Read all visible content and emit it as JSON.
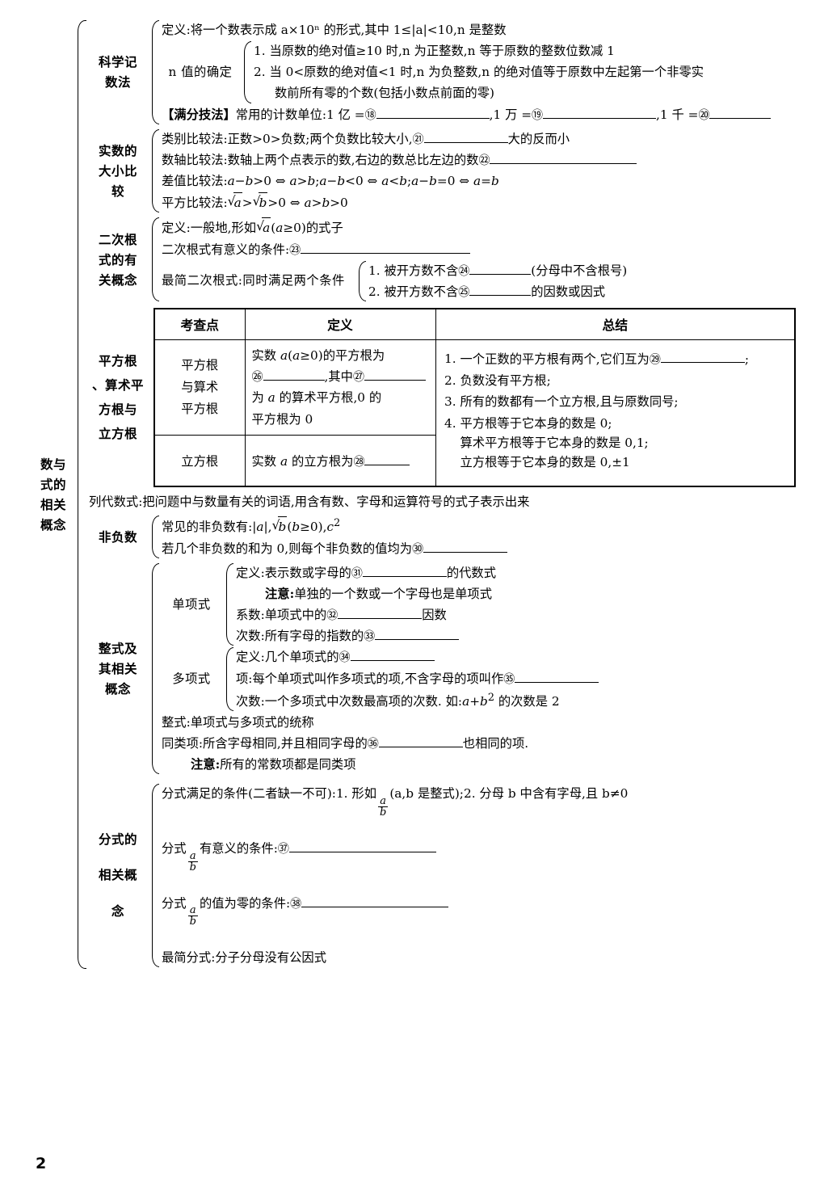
{
  "page": {
    "number": "2",
    "root_label": "数与\n式的\n相关\n概念"
  },
  "sections": {
    "sci_notation": {
      "label": "科学记\n数法",
      "definition": "定义:将一个数表示成 a×10ⁿ 的形式,其中 1≤|a|<10,n 是整数",
      "n_label": "n 值的确定",
      "n_items": [
        "1. 当原数的绝对值≥10 时,n 为正整数,n 等于原数的整数位数减 1",
        "2. 当 0<原数的绝对值<1 时,n 为负整数,n 的绝对值等于原数中左起第一个非零实",
        "数前所有零的个数(包括小数点前面的零)"
      ],
      "tip_tag": "【满分技法】",
      "tip_text": "常用的计数单位:1 亿 =",
      "tip_blank1": "⑱",
      "tip_mid1": ",1 万 =",
      "tip_blank2": "⑲",
      "tip_mid2": ",1 千 =",
      "tip_blank3": "⑳"
    },
    "compare": {
      "label": "实数的\n大小比\n较",
      "lines": [
        {
          "pre": "类别比较法:正数>0>负数;两个负数比较大小,",
          "num": "㉑",
          "post": "大的反而小"
        },
        {
          "pre": "数轴比较法:数轴上两个点表示的数,右边的数总比左边的数",
          "num": "㉒",
          "post": ""
        },
        {
          "pre": "差值比较法:a−b>0 ⇔ a>b;a−b<0 ⇔ a<b;a−b=0 ⇔ a=b",
          "num": "",
          "post": ""
        },
        {
          "pre": "平方比较法:√a>√b>0 ⇔ a>b>0",
          "num": "",
          "post": ""
        }
      ]
    },
    "radical": {
      "label": "二次根\n式的有\n关概念",
      "def": "定义:一般地,形如√a(a≥0)的式子",
      "cond_pre": "二次根式有意义的条件:",
      "cond_num": "㉓",
      "simplest_pre": "最简二次根式:同时满足两个条件",
      "simplest_items": [
        {
          "text": "1. 被开方数不含",
          "num": "㉔",
          "tail": "(分母中不含根号)"
        },
        {
          "text": "2. 被开方数不含",
          "num": "㉕",
          "tail": "的因数或因式"
        }
      ]
    },
    "roots": {
      "label": "平方根\n、算术平\n方根与\n立方根",
      "table": {
        "headers": [
          "考查点",
          "定义",
          "总结"
        ],
        "rows": [
          {
            "point": "平方根\n与算术\n平方根",
            "def_l1": "实数 a(a≥0)的平方根为",
            "def_num1": "㉖",
            "def_mid": ",其中",
            "def_num2": "㉗",
            "def_l3": "为 a 的算术平方根,0 的",
            "def_l4": "平方根为 0"
          },
          {
            "point": "立方根",
            "def_l1": "实数 a 的立方根为",
            "def_num1": "㉘"
          }
        ],
        "summary": [
          {
            "pre": "一个正数的平方根有两个,它们互为",
            "num": "㉙",
            "post": ";"
          },
          {
            "pre": "负数没有平方根;",
            "num": "",
            "post": ""
          },
          {
            "pre": "所有的数都有一个立方根,且与原数同号;",
            "num": "",
            "post": ""
          },
          {
            "pre": "平方根等于它本身的数是 0;",
            "num": "",
            "post": ""
          }
        ],
        "summary_extra": [
          "算术平方根等于它本身的数是 0,1;",
          "立方根等于它本身的数是 0,±1"
        ]
      }
    },
    "algebraic_expr": {
      "text": "列代数式:把问题中与数量有关的词语,用含有数、字母和运算符号的式子表示出来"
    },
    "nonnegative": {
      "label": "非负数",
      "line1": "常见的非负数有:|a|,√b(b≥0),c²",
      "line2_pre": "若几个非负数的和为 0,则每个非负数的值均为",
      "line2_num": "㉚"
    },
    "integral": {
      "label": "整式及\n其相关\n概念",
      "monomial": {
        "label": "单项式",
        "def_pre": "定义:表示数或字母的",
        "def_num": "㉛",
        "def_post": "的代数式",
        "note_tag": "注意:",
        "note_text": "单独的一个数或一个字母也是单项式",
        "coef_pre": "系数:单项式中的",
        "coef_num": "㉜",
        "coef_post": "因数",
        "deg_pre": "次数:所有字母的指数的",
        "deg_num": "㉝"
      },
      "polynomial": {
        "label": "多项式",
        "def_pre": "定义:几个单项式的",
        "def_num": "㉞",
        "term_pre": "项:每个单项式叫作多项式的项,不含字母的项叫作",
        "term_num": "㉟",
        "deg_text": "次数:一个多项式中次数最高项的次数. 如:a+b² 的次数是 2"
      },
      "integral_line": "整式:单项式与多项式的统称",
      "like_terms_pre": "同类项:所含字母相同,并且相同字母的",
      "like_terms_num": "㊱",
      "like_terms_post": "也相同的项.",
      "like_note_tag": "注意:",
      "like_note_text": "所有的常数项都是同类项"
    },
    "fraction": {
      "label": "分式的\n相关概\n念",
      "cond_pre": "分式满足的条件(二者缺一不可):1. 形如",
      "cond_mid": "(a,b 是整式);2. 分母 b 中含有字母,且 b≠0",
      "meaning_pre": "分式",
      "meaning_post": "有意义的条件:",
      "meaning_num": "㊲",
      "zero_pre": "分式",
      "zero_post": "的值为零的条件:",
      "zero_num": "㊳",
      "simplest": "最简分式:分子分母没有公因式"
    }
  }
}
